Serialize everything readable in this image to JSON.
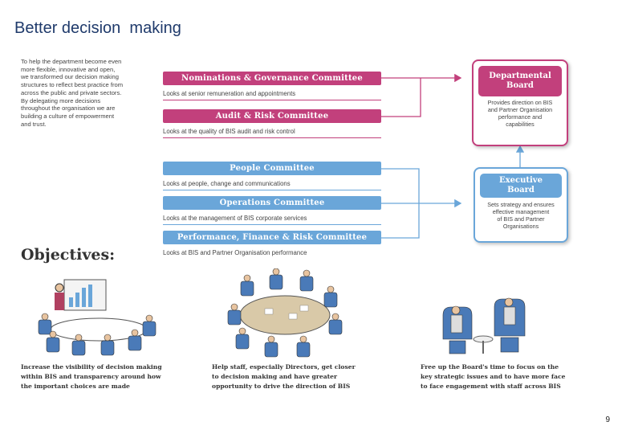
{
  "page": {
    "title": "Better decision  making",
    "page_number": "9"
  },
  "intro": [
    "To help the department become even",
    "more flexible, innovative and open,",
    "we transformed our decision making",
    "structures to reflect best practice from",
    "across the public and private sectors.",
    "By delegating more decisions",
    "throughout the organisation we are",
    "building a culture of empowerment",
    "and trust."
  ],
  "committees": [
    {
      "name": "Nominations & Governance Committee",
      "desc": "Looks at senior remuneration and appointments"
    },
    {
      "name": "Audit & Risk Committee",
      "desc": "Looks at the quality of BIS audit and risk control"
    },
    {
      "name": "People Committee",
      "desc": "Looks at people, change and communications"
    },
    {
      "name": "Operations Committee",
      "desc": "Looks at the management of BIS corporate services"
    },
    {
      "name": "Performance, Finance & Risk Committee",
      "desc": "Looks at BIS and Partner Organisation performance"
    }
  ],
  "boards": {
    "departmental": {
      "title_line1": "Departmental",
      "title_line2": "Board",
      "body": [
        "Provides direction on BIS",
        "and Partner Organisation",
        "performance and",
        "capabilities"
      ]
    },
    "executive": {
      "title_line1": "Executive",
      "title_line2": "Board",
      "body": [
        "Sets strategy and ensures",
        "effective management",
        "of BIS and Partner",
        "Organisations"
      ]
    }
  },
  "objectives": {
    "heading": "Objectives:",
    "items": [
      [
        "Increase the visibility of decision making",
        "within BIS and transparency around how",
        "the important choices are made"
      ],
      [
        "Help staff, especially Directors, get closer",
        "to decision making and have greater",
        "opportunity to drive the direction of BIS"
      ],
      [
        "Free up the Board's time to focus on the",
        "key strategic issues and to have more face",
        "to face engagement with staff across BIS"
      ]
    ]
  },
  "colors": {
    "magenta": "#c2407c",
    "blue": "#6aa6d9",
    "title": "#1f3a6b"
  }
}
